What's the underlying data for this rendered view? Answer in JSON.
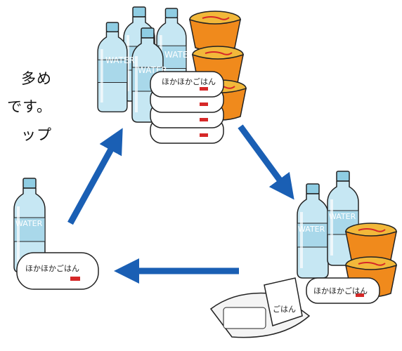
{
  "text_lines": [
    "多め",
    "です。",
    "ップ"
  ],
  "labels": {
    "water": "WATER",
    "rice_pack": "ほかほかごはん",
    "retort_pouch": "ごはん"
  },
  "colors": {
    "arrow": "#1a5fb4",
    "bottle": "#a9d8ea",
    "bottle_cap": "#8fcde3",
    "noodle_cup": "#f08a1c",
    "label_red": "#d62828"
  }
}
